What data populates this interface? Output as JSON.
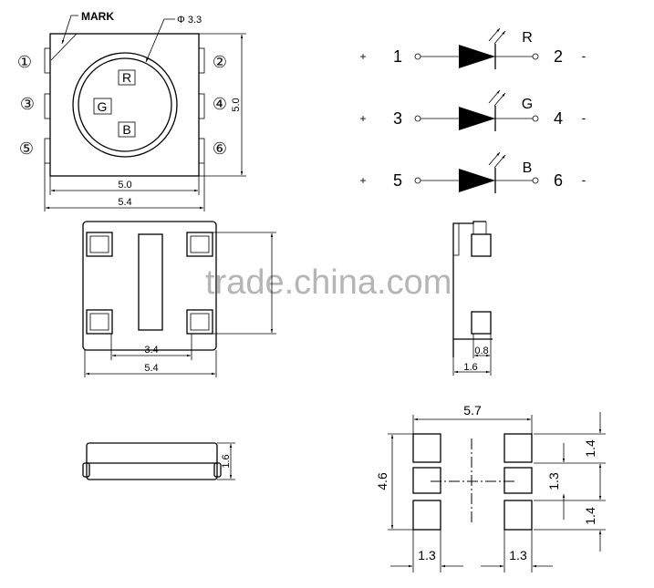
{
  "top_view": {
    "mark_label": "MARK",
    "diameter_label": "Φ 3.3",
    "chips": [
      "R",
      "G",
      "B"
    ],
    "pins_left": [
      "①",
      "③",
      "⑤"
    ],
    "pins_right": [
      "②",
      "④",
      "⑥"
    ],
    "dim_height": "5.0",
    "dim_body_width": "5.0",
    "dim_total_width": "5.4"
  },
  "schematic": {
    "rows": [
      {
        "plus": "+",
        "anode": "1",
        "color": "R",
        "cathode": "2",
        "minus": "-"
      },
      {
        "plus": "+",
        "anode": "3",
        "color": "G",
        "cathode": "4",
        "minus": "-"
      },
      {
        "plus": "+",
        "anode": "5",
        "color": "B",
        "cathode": "6",
        "minus": "-"
      }
    ]
  },
  "bottom_view": {
    "dim_inner": "3.4",
    "dim_outer": "5.4"
  },
  "side_view": {
    "dim_pad": "0.8",
    "dim_width": "1.6"
  },
  "front_view": {
    "dim_height": "1.6"
  },
  "footprint": {
    "dim_width": "5.7",
    "dim_height": "4.6",
    "dim_pad_left": "1.3",
    "dim_pad_right": "1.3",
    "dim_top": "1.4",
    "dim_mid": "1.3",
    "dim_bottom": "1.4"
  },
  "watermark": "trade.china.com"
}
